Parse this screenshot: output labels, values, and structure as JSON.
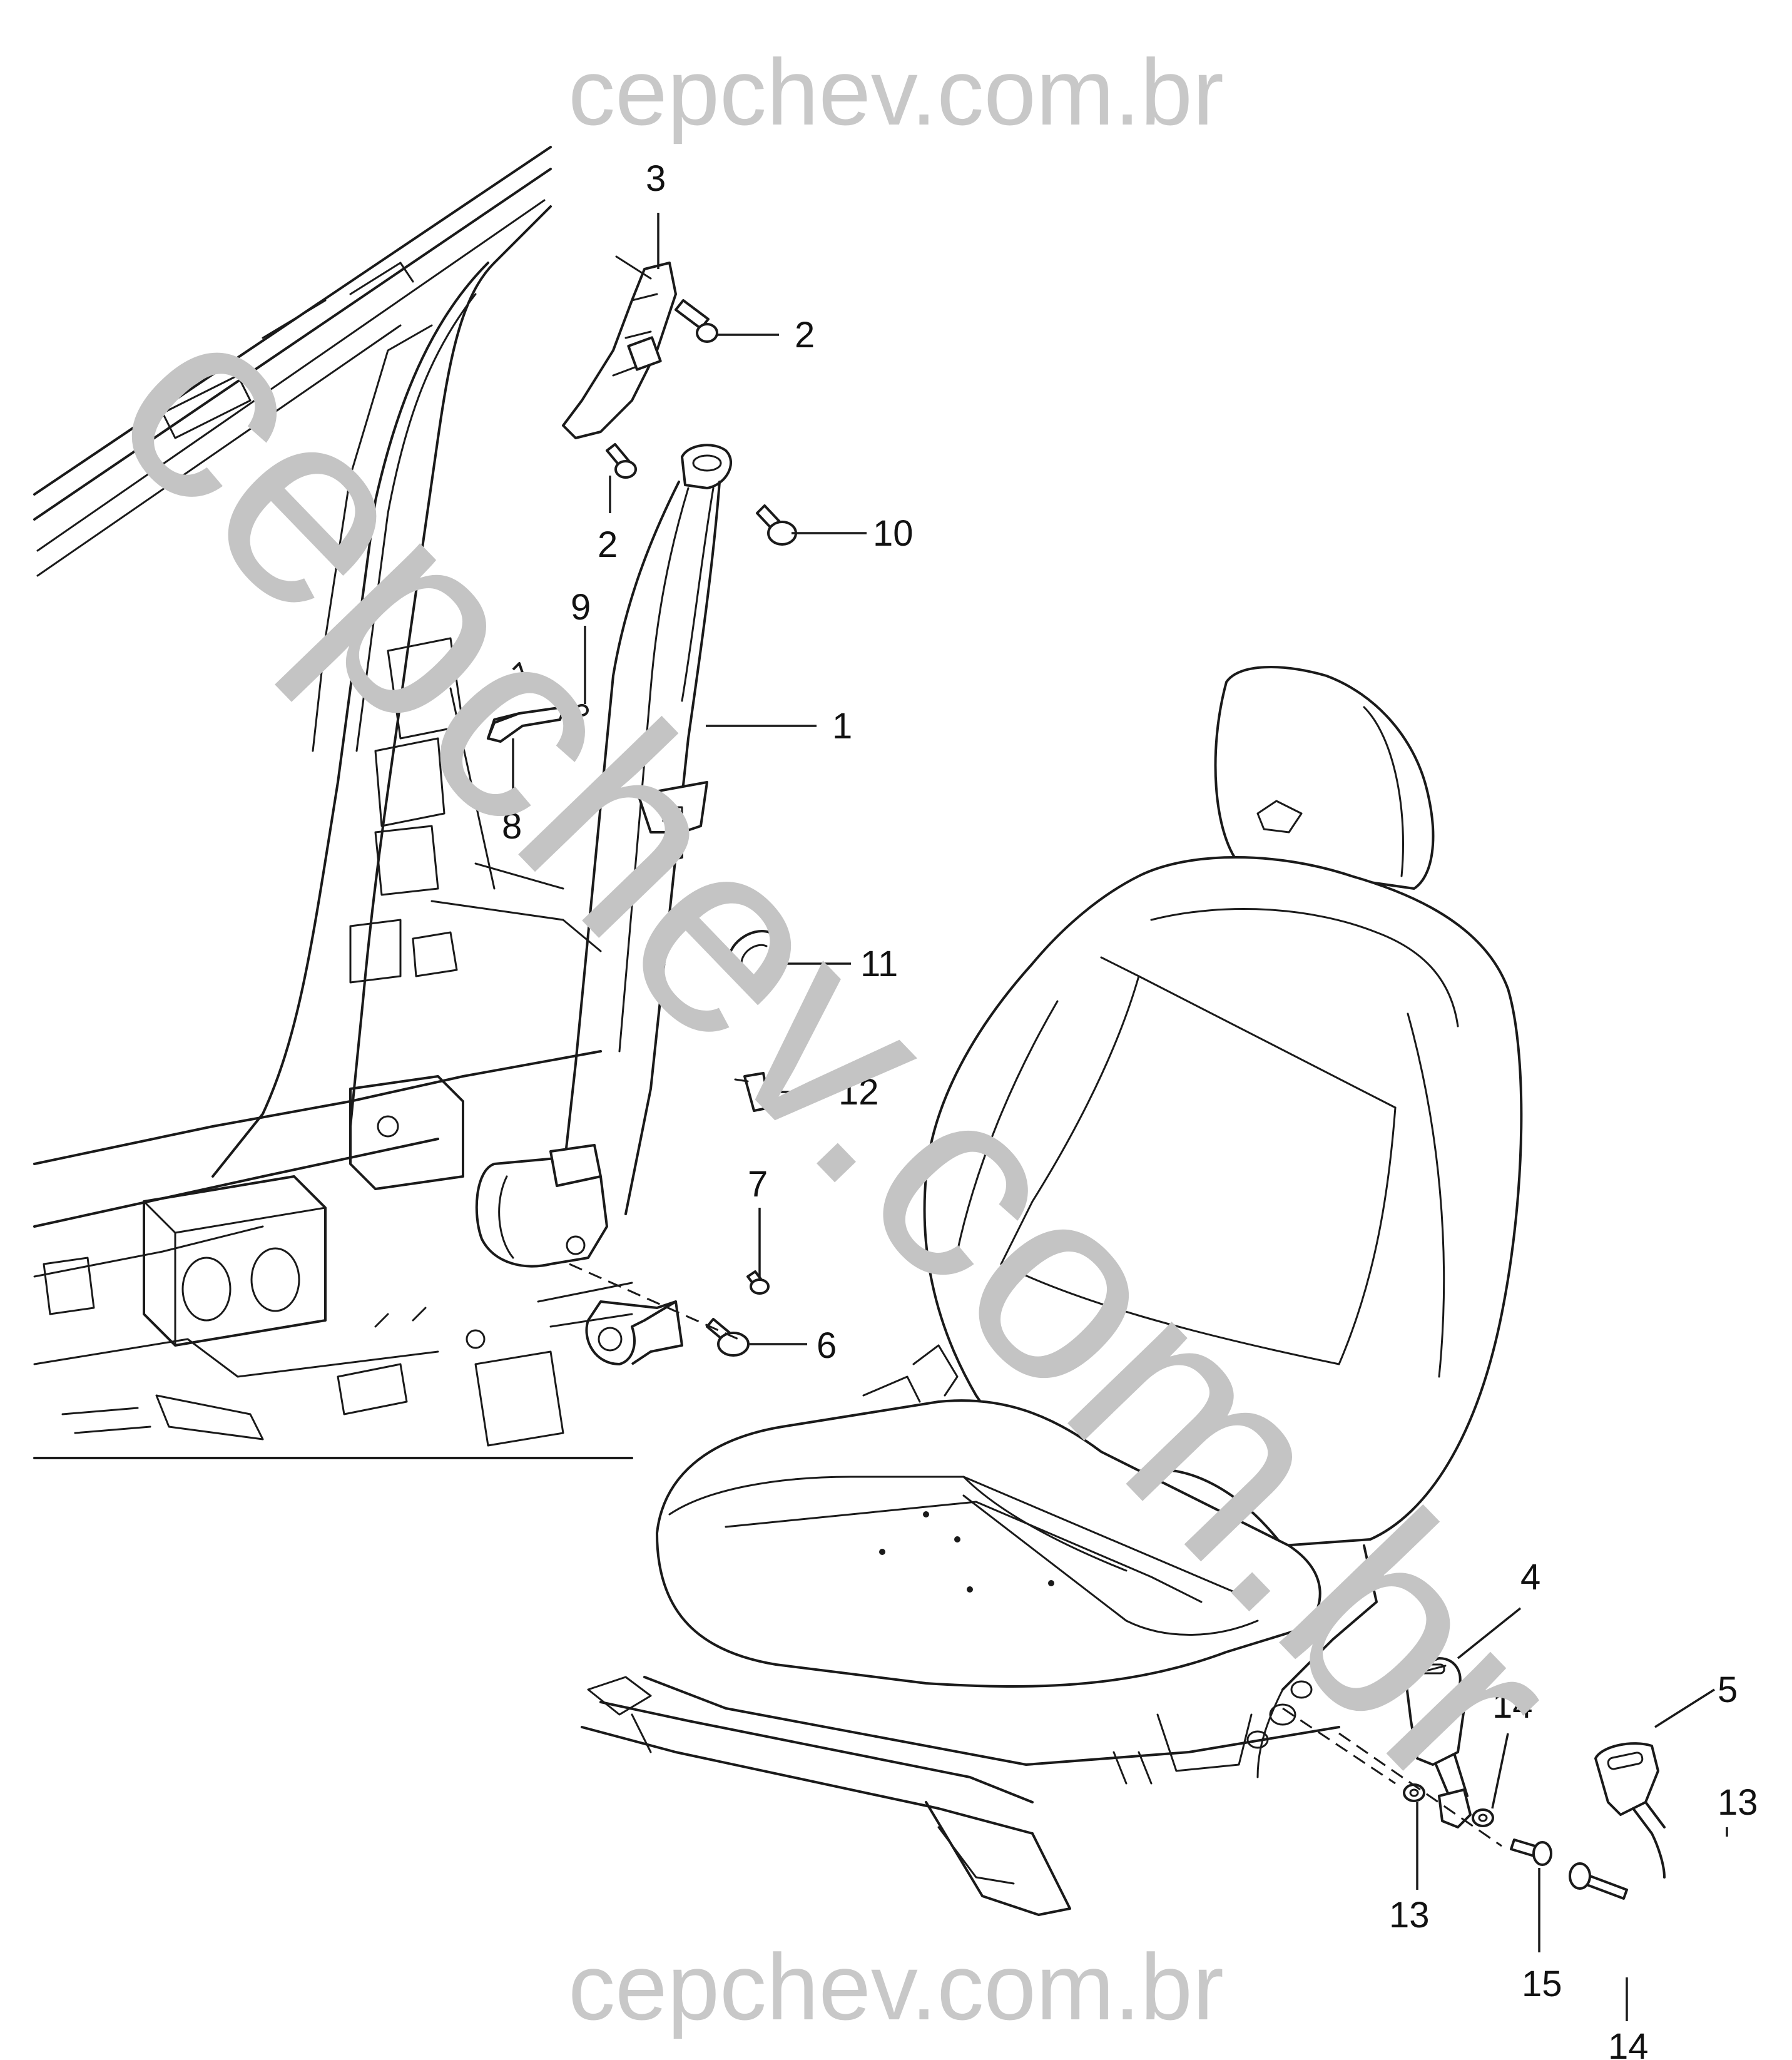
{
  "watermark": {
    "top": "cepchev.com.br",
    "bottom": "cepchev.com.br",
    "diagonal": "cepchev.com.br"
  },
  "callouts": {
    "c1": "1",
    "c2a": "2",
    "c2b": "2",
    "c3": "3",
    "c4": "4",
    "c5": "5",
    "c6": "6",
    "c7": "7",
    "c8": "8",
    "c9": "9",
    "c10": "10",
    "c11": "11",
    "c12": "12",
    "c13a": "13",
    "c13b": "13",
    "c14a": "14",
    "c14b": "14",
    "c15": "15"
  }
}
